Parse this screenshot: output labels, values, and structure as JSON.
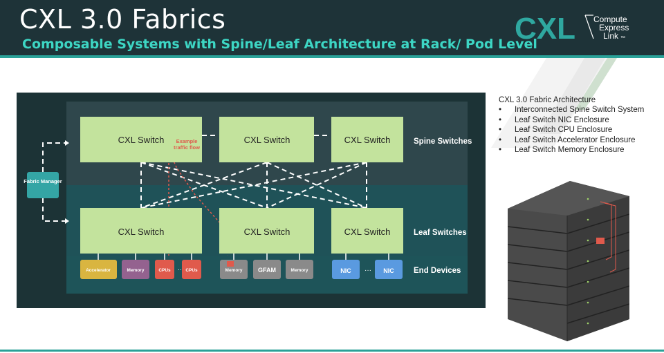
{
  "header": {
    "title": "CXL 3.0 Fabrics",
    "subtitle": "Composable Systems with Spine/Leaf Architecture at Rack/ Pod Level"
  },
  "logo": {
    "mark": "CXL",
    "line1": "Compute",
    "line2": "Express",
    "line3": "Link",
    "trademark": "™"
  },
  "diagram": {
    "fabric_manager": "Fabric Manager",
    "spine_label": "Spine Switches",
    "leaf_label": "Leaf Switches",
    "end_label": "End Devices",
    "traffic_note_line1": "Example",
    "traffic_note_line2": "traffic flow",
    "spine_switches": [
      "CXL Switch",
      "CXL Switch",
      "CXL Switch"
    ],
    "leaf_switches": [
      "CXL Switch",
      "CXL Switch",
      "CXL Switch"
    ],
    "devices_group1": [
      "Accelerator",
      "Memory",
      "CPUs",
      "CPUs"
    ],
    "devices_group2": [
      "Memory",
      "GFAM",
      "Memory"
    ],
    "devices_group3": [
      "NIC",
      "NIC"
    ],
    "ellipsis": "···"
  },
  "description": {
    "title": "CXL 3.0 Fabric Architecture",
    "items": [
      "Interconnected Spine Switch System",
      "Leaf Switch NIC Enclosure",
      "Leaf Switch CPU Enclosure",
      "Leaf Switch Accelerator Enclosure",
      "Leaf Switch Memory Enclosure"
    ]
  },
  "colors": {
    "header_bg": "#1e3338",
    "accent_teal": "#2aa198",
    "switch_green": "#c3e39d",
    "traffic_red": "#e05a4c"
  }
}
